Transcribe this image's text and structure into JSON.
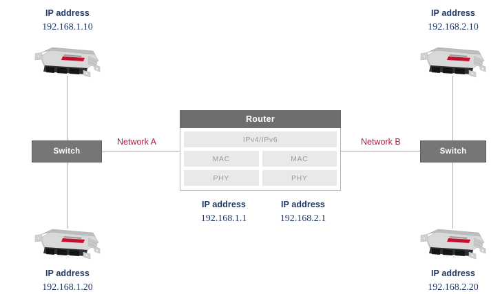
{
  "diagram": {
    "title": "Automotive Ethernet network topology with router between two subnets",
    "colors": {
      "ip_text": "#1f3864",
      "network_label": "#c0143c",
      "switch_fill": "#767676",
      "router_header": "#6e6e6e",
      "stack_cell": "#e9e9e9",
      "line": "#a9a9a9"
    }
  },
  "nodes": {
    "top_left_device": {
      "ip_title": "IP address",
      "ip_value": "192.168.1.10",
      "icon": "ecu-device-icon"
    },
    "bottom_left_device": {
      "ip_title": "IP address",
      "ip_value": "192.168.1.20",
      "icon": "ecu-device-icon"
    },
    "top_right_device": {
      "ip_title": "IP address",
      "ip_value": "192.168.2.10",
      "icon": "ecu-device-icon"
    },
    "bottom_right_device": {
      "ip_title": "IP address",
      "ip_value": "192.168.2.20",
      "icon": "ecu-device-icon"
    },
    "left_switch": {
      "label": "Switch"
    },
    "right_switch": {
      "label": "Switch"
    }
  },
  "router": {
    "title": "Router",
    "layers": {
      "network_layer": "IPv4/IPv6",
      "left_mac": "MAC",
      "right_mac": "MAC",
      "left_phy": "PHY",
      "right_phy": "PHY"
    },
    "left_interface": {
      "ip_title": "IP address",
      "ip_value": "192.168.1.1"
    },
    "right_interface": {
      "ip_title": "IP address",
      "ip_value": "192.168.2.1"
    }
  },
  "networks": {
    "left": "Network A",
    "right": "Network B"
  }
}
